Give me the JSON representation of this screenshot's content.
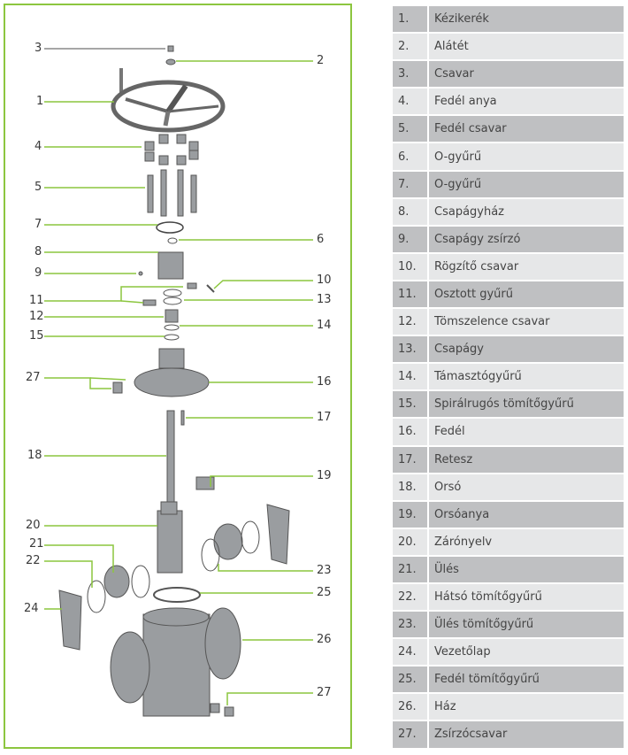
{
  "parts": [
    {
      "num": "1.",
      "name": "Kézikerék"
    },
    {
      "num": "2.",
      "name": "Alátét"
    },
    {
      "num": "3.",
      "name": "Csavar"
    },
    {
      "num": "4.",
      "name": "Fedél anya"
    },
    {
      "num": "5.",
      "name": "Fedél csavar"
    },
    {
      "num": "6.",
      "name": "O-gyűrű"
    },
    {
      "num": "7.",
      "name": "O-gyűrű"
    },
    {
      "num": "8.",
      "name": "Csapágyház"
    },
    {
      "num": "9.",
      "name": "Csapágy zsírzó"
    },
    {
      "num": "10.",
      "name": "Rögzítő csavar"
    },
    {
      "num": "11.",
      "name": "Osztott gyűrű"
    },
    {
      "num": "12.",
      "name": "Tömszelence csavar"
    },
    {
      "num": "13.",
      "name": "Csapágy"
    },
    {
      "num": "14.",
      "name": "Támasztógyűrű"
    },
    {
      "num": "15.",
      "name": "Spirálrugós tömítőgyűrű"
    },
    {
      "num": "16.",
      "name": "Fedél"
    },
    {
      "num": "17.",
      "name": "Retesz"
    },
    {
      "num": "18.",
      "name": "Orsó"
    },
    {
      "num": "19.",
      "name": "Orsóanya"
    },
    {
      "num": "20.",
      "name": "Zárónyelv"
    },
    {
      "num": "21.",
      "name": "Ülés"
    },
    {
      "num": "22.",
      "name": "Hátsó tömítőgyűrű"
    },
    {
      "num": "23.",
      "name": "Ülés tömítőgyűrű"
    },
    {
      "num": "24.",
      "name": "Vezetőlap"
    },
    {
      "num": "25.",
      "name": "Fedél tömítőgyűrű"
    },
    {
      "num": "26.",
      "name": "Ház"
    },
    {
      "num": "27.",
      "name": "Zsírzócsavar"
    }
  ],
  "callouts_left": [
    "3",
    "1",
    "4",
    "5",
    "7",
    "8",
    "9",
    "11",
    "12",
    "15",
    "27",
    "18",
    "20",
    "21",
    "22",
    "24"
  ],
  "callouts_right": [
    "2",
    "6",
    "10",
    "13",
    "14",
    "16",
    "17",
    "19",
    "23",
    "25",
    "26",
    "27"
  ],
  "colors": {
    "leader": "#8cc63f",
    "row_dark": "#bfc0c2",
    "row_light": "#e6e7e8"
  }
}
